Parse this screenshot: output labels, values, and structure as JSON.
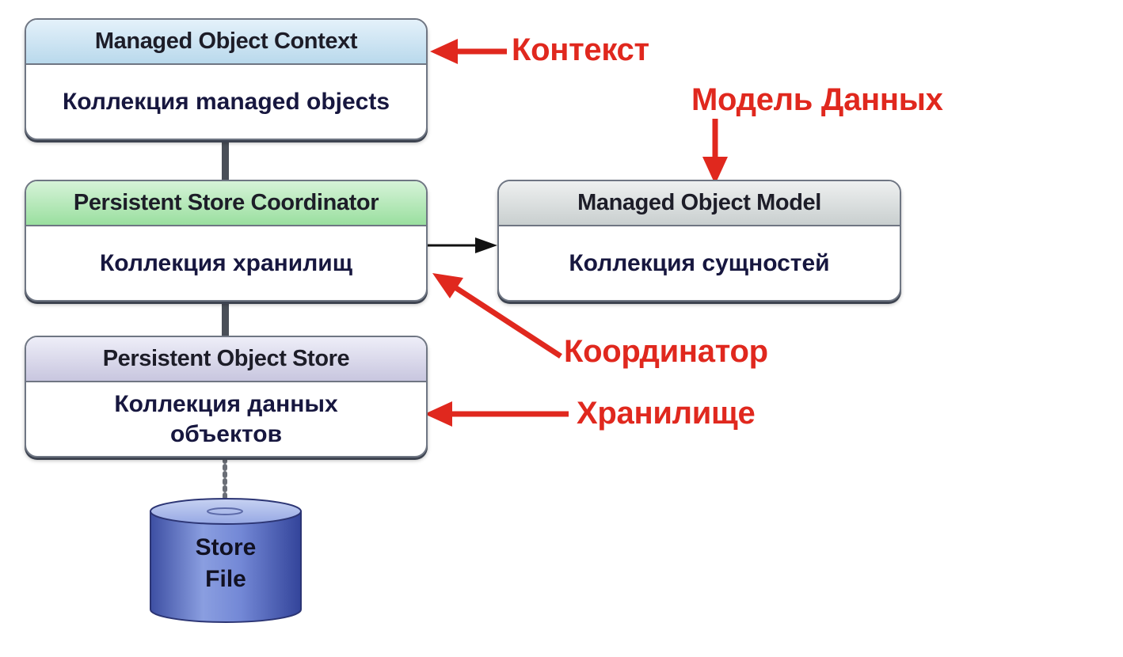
{
  "boxes": {
    "context": {
      "title": "Managed Object Context",
      "body": "Коллекция managed objects"
    },
    "coordinator": {
      "title": "Persistent Store Coordinator",
      "body": "Коллекция хранилищ"
    },
    "model": {
      "title": "Managed Object Model",
      "body": "Коллекция сущностей"
    },
    "store": {
      "title": "Persistent Object Store",
      "body_line1": "Коллекция данных",
      "body_line2": "объектов"
    }
  },
  "store_file": {
    "line1": "Store",
    "line2": "File"
  },
  "annotations": {
    "context": "Контекст",
    "model": "Модель Данных",
    "coordinator": "Координатор",
    "store": "Хранилище"
  },
  "colors": {
    "annotation": "#e0281e",
    "header_context": "#b9d9ec",
    "header_coordinator": "#9adf9f",
    "header_model": "#c9cfcf",
    "header_store": "#c8c6df",
    "cylinder": "#5c6fc2"
  }
}
